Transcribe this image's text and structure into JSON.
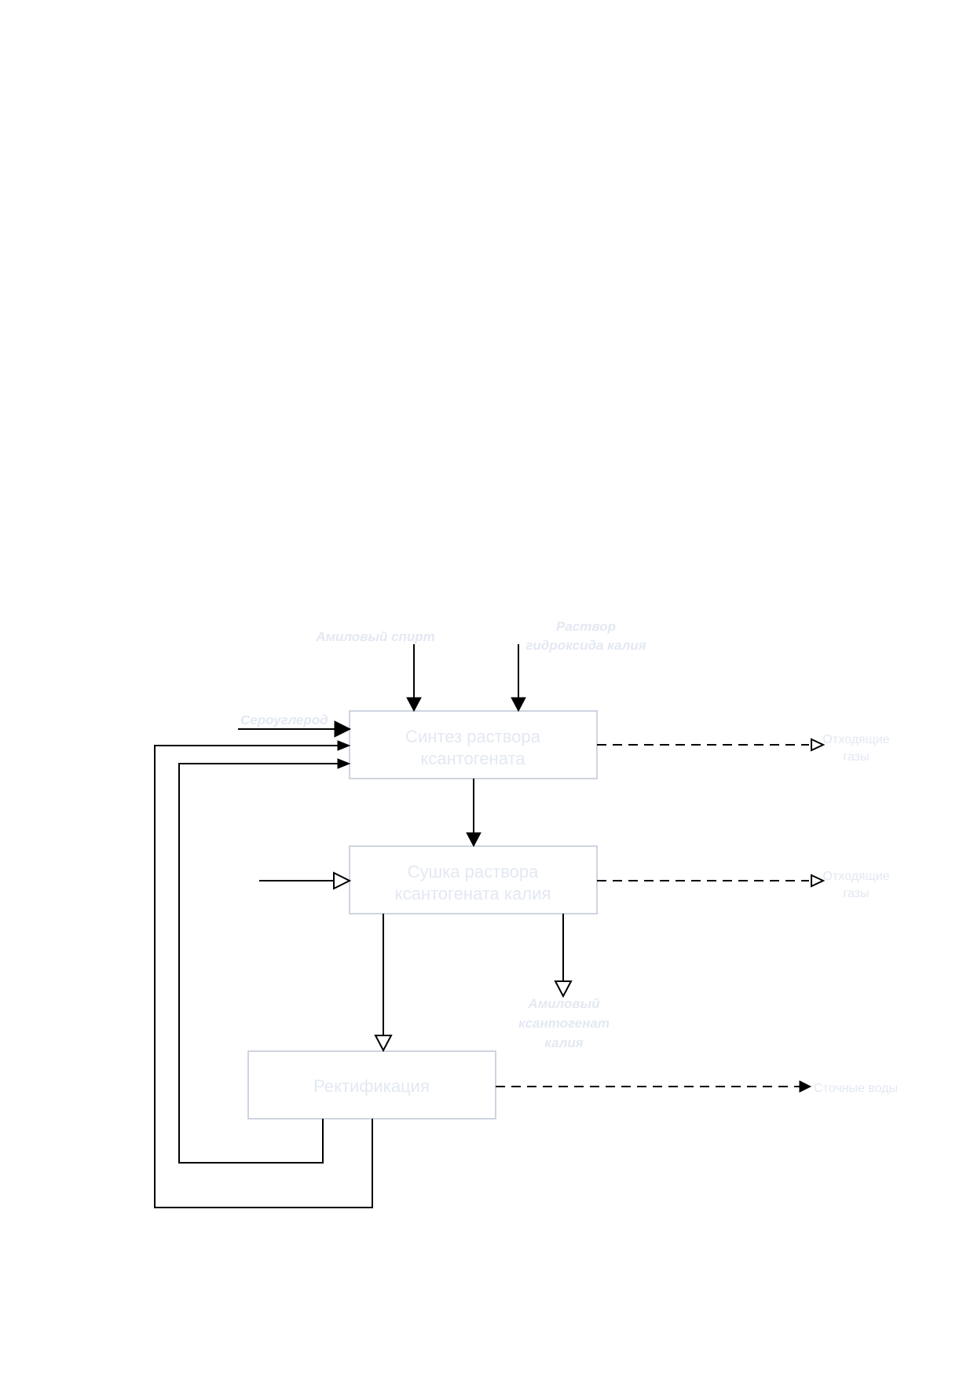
{
  "boxes": {
    "synthesis": {
      "line1": "Синтез раствора",
      "line2": "ксантогената"
    },
    "drying": {
      "line1": "Сушка раствора",
      "line2": "ксантогената калия"
    },
    "rectification": {
      "label": "Ректификация"
    }
  },
  "inputs": {
    "amyl_alcohol": "Амиловый спирт",
    "koh_line1": "Раствор",
    "koh_line2": "гидроксида калия",
    "cs2": "Сероуглерод"
  },
  "outputs": {
    "gases1_line1": "Отходящие",
    "gases1_line2": "газы",
    "gases2_line1": "Отходящие",
    "gases2_line2": "газы",
    "product_line1": "Амиловый",
    "product_line2": "ксантогенат",
    "product_line3": "калия",
    "wastewater": "Сточные воды"
  }
}
